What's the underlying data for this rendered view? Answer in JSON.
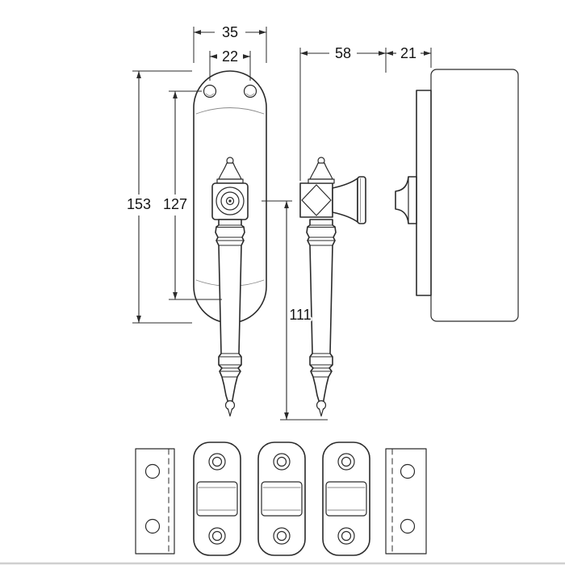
{
  "colors": {
    "line": "#2b2b2b",
    "background": "#ffffff",
    "shade": "#8a8a8a",
    "border": "#cfcfcf"
  },
  "drawing": {
    "type": "technical-drawing",
    "dimensions": {
      "plate_width": "35",
      "screw_centres_horizontal": "22",
      "projection": "58",
      "backset_depth": "21",
      "plate_height": "153",
      "screw_centres_vertical": "127",
      "handle_drop": "111"
    }
  }
}
